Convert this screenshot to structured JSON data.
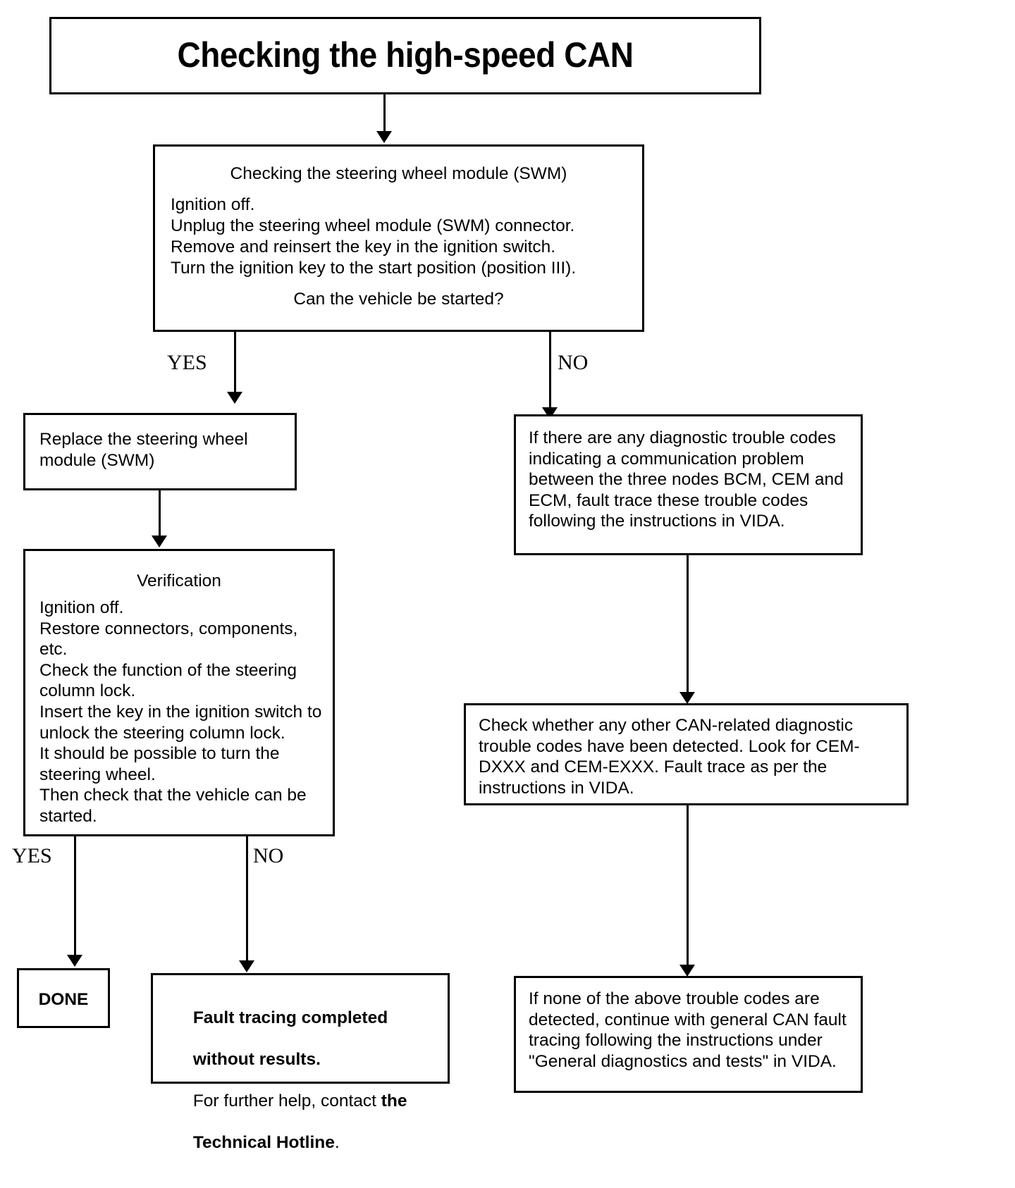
{
  "document": {
    "title": "Checking the high-speed CAN"
  },
  "nodes": {
    "title": {
      "label": "Checking the high-speed CAN"
    },
    "swm_check": {
      "heading": "Checking the steering wheel module (SWM)",
      "lines": [
        "Ignition off.",
        "Unplug the steering wheel module (SWM) connector.",
        "Remove and reinsert the key in the ignition switch.",
        "Turn the ignition key to the start position (position III)."
      ],
      "question": "Can the vehicle be started?"
    },
    "replace_swm": {
      "text": "Replace the steering wheel module (SWM)"
    },
    "verification": {
      "heading": "Verification",
      "body": "Ignition off.\nRestore connectors, components, etc.\nCheck the function of the steering column lock.\nInsert the key in the ignition switch to unlock the steering column lock.\nIt should be possible to turn the steering wheel.\nThen check that the vehicle can be started."
    },
    "done": {
      "label": "DONE"
    },
    "fault_tracing": {
      "bold_line_1": "Fault tracing completed",
      "bold_line_2": "without results.",
      "regular_text": "For further help, contact ",
      "bold_the": "the",
      "bold_hotline": "Technical Hotline",
      "period": "."
    },
    "dtc_check": {
      "text": "If there are any diagnostic trouble codes indicating a communication problem between the three nodes BCM, CEM and ECM, fault trace these trouble codes following the instructions in VIDA."
    },
    "can_related": {
      "text": "Check whether any other CAN-related diagnostic trouble codes have been detected. Look for CEM-DXXX and CEM-EXXX. Fault trace as per the instructions in VIDA."
    },
    "general_can": {
      "text": "If none of the above trouble codes are detected, continue with general CAN fault tracing following the instructions under \"General diagnostics and tests\" in VIDA."
    }
  },
  "branches": {
    "swm_yes": "YES",
    "swm_no": "NO",
    "verify_yes": "YES",
    "verify_no": "NO"
  },
  "colors": {
    "stroke": "#000000",
    "background": "#ffffff"
  }
}
